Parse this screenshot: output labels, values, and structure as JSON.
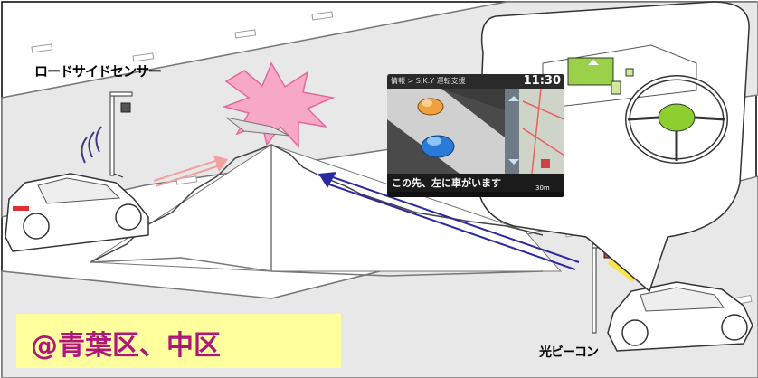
{
  "labels": {
    "roadside_sensor": "ロードサイドセンサー",
    "optical_beacon": "光ビーコン",
    "area": "@青葉区、中区"
  },
  "nav_display": {
    "header": "情報 > S.K.Y 運転支援",
    "clock": "11:30",
    "message": "この先、左に車がいます",
    "scale": "30m"
  },
  "colors": {
    "road": "#e6e6e6",
    "road_edge": "#7a7a7a",
    "wall": "#ffffff",
    "signal_from_sensor": "#f2a0a0",
    "signal_from_beacon": "#2a2aa0",
    "collision_burst": "#f6a8c4",
    "area_box": "#ffff9e",
    "area_text": "#b0167a"
  },
  "icons": [
    "sensor-pole-icon",
    "sensor-waves-icon",
    "beacon-pole-icon",
    "beacon-light-icon",
    "car-left-icon",
    "car-right-icon",
    "steering-wheel-icon",
    "collision-burst-icon"
  ]
}
